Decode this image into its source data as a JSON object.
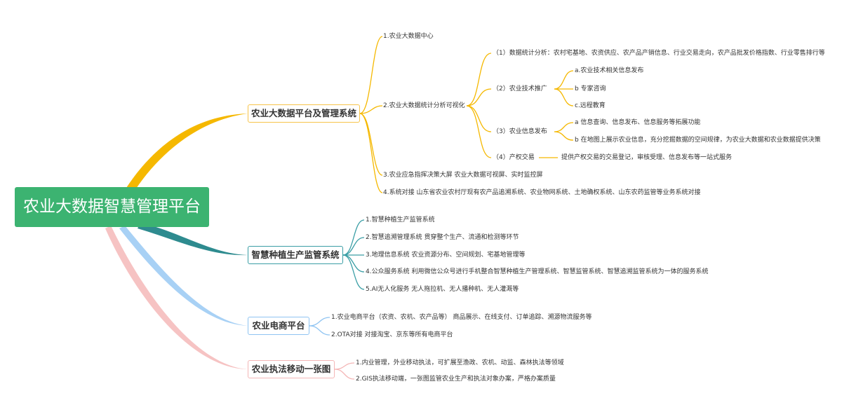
{
  "root": {
    "label": "农业大数据智慧管理平台"
  },
  "branches": [
    {
      "label": "农业大数据平台及管理系统",
      "color": "#f5b800",
      "items": [
        {
          "label": "1.农业大数据中心"
        },
        {
          "label": "2.农业大数据统计分析可视化",
          "children": [
            {
              "label": "（1）数据统计分析：农村宅基地、农资供应、农产品产销信息、行业交易走向，农产品批发价格指数、行业零售排行等"
            },
            {
              "label": "（2）农业技术推广",
              "children": [
                {
                  "label": "a.农业技术相关信息发布"
                },
                {
                  "label": "b 专家咨询"
                },
                {
                  "label": "c.远程教育"
                }
              ]
            },
            {
              "label": "（3）农业信息发布",
              "children": [
                {
                  "label": "a 信息查询、信息发布、信息服务等拓展功能"
                },
                {
                  "label": "b 在地图上展示农业信息，充分挖掘数据的空间规律，为农业大数据和农业数据提供决策"
                }
              ]
            },
            {
              "label": "（4）产权交易",
              "detail": "提供产权交易的交易登记，审核受理、信息发布等一站式服务"
            }
          ]
        },
        {
          "label": "3.农业应急指挥决策大屏  农业大数据可视屏、实时监控屏"
        },
        {
          "label": "4.系统对接   山东省农业农村厅现有农产品追溯系统、农业物网系统、土地确权系统、山东农药监管等业务系统对接"
        }
      ]
    },
    {
      "label": "智慧种植生产监管系统",
      "color": "#2e8b8f",
      "items": [
        {
          "label": "1.智慧种植生产监管系统"
        },
        {
          "label": "2.智慧追溯管理系统    贯穿整个生产、流通和检测等环节"
        },
        {
          "label": "3.地理信息系统  农业资源分布、空间规划、宅基地管理等"
        },
        {
          "label": "4.公众服务系统  利用微信公众号进行手机整合智慧种植生产管理系统、智慧监管系统、智慧追溯监管系统为一体的服务系统"
        },
        {
          "label": "5.AI无人化服务  无人拖拉机、无人播种机、无人灌溉等"
        }
      ]
    },
    {
      "label": "农业电商平台",
      "color": "#8fc4f2",
      "items": [
        {
          "label": "1.农业电商平台（农资、农机、农产品等）    商品展示、在线支付、订单追踪、溯源物流服务等"
        },
        {
          "label": "2.OTA对接    对接淘宝、京东等所有电商平台"
        }
      ]
    },
    {
      "label": "农业执法移动一张图",
      "color": "#f4b6b6",
      "items": [
        {
          "label": "1.内业管理，外业移动执法，可扩展至渔政、农机、动监、森林执法等领域"
        },
        {
          "label": "2.GIS执法移动端，一张图监管农业生产和执法对象办案，严格办案质量"
        }
      ]
    }
  ]
}
